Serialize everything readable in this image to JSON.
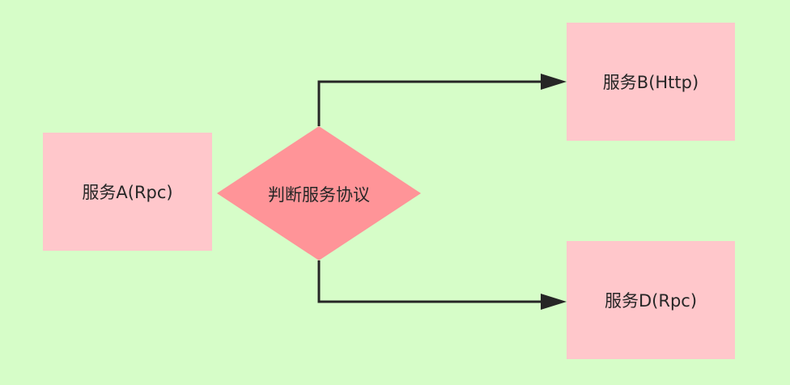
{
  "diagram": {
    "background_color": "#d6fdc8",
    "nodes": {
      "service_a": {
        "label": "服务A(Rpc)",
        "shape": "rectangle",
        "fill": "#ffc7cb"
      },
      "decision": {
        "label": "判断服务协议",
        "shape": "diamond",
        "fill": "#ff9498"
      },
      "service_b": {
        "label": "服务B(Http)",
        "shape": "rectangle",
        "fill": "#ffc7cb"
      },
      "service_d": {
        "label": "服务D(Rpc)",
        "shape": "rectangle",
        "fill": "#ffc7cb"
      }
    },
    "edges": [
      {
        "from": "decision",
        "to": "service_b",
        "style": "orthogonal-arrow",
        "color": "#262626"
      },
      {
        "from": "decision",
        "to": "service_d",
        "style": "orthogonal-arrow",
        "color": "#262626"
      }
    ]
  }
}
